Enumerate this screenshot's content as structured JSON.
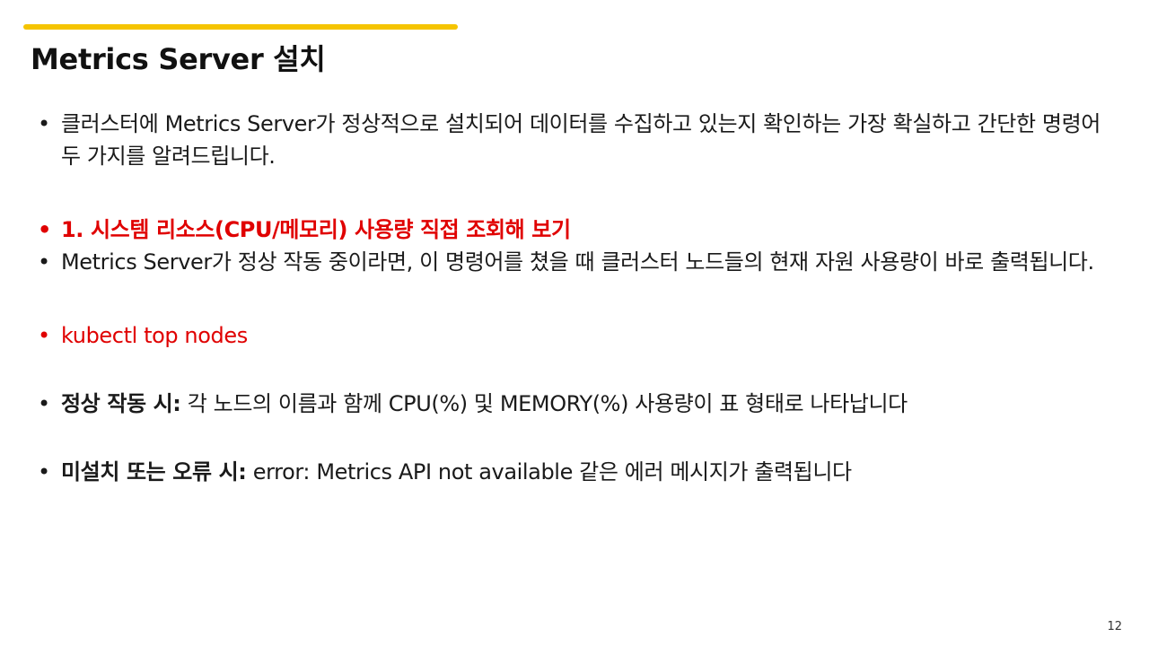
{
  "slide": {
    "accent_color": "#f5c400",
    "title": "Metrics Server 설치",
    "bullets": {
      "intro": "클러스터에 Metrics Server가 정상적으로 설치되어 데이터를 수집하고 있는지 확인하는 가장 확실하고 간단한 명령어 두 가지를 알려드립니다.",
      "section1_heading": "1. 시스템 리소스(CPU/메모리) 사용량 직접 조회해 보기",
      "section1_desc": "Metrics Server가 정상 작동 중이라면, 이 명령어를 쳤을 때 클러스터 노드들의 현재 자원 사용량이 바로 출력됩니다.",
      "command": "kubectl top nodes",
      "normal_label": "정상 작동 시:",
      "normal_text": " 각 노드의 이름과 함께 CPU(%) 및 MEMORY(%) 사용량이 표 형태로 나타납니다",
      "error_label": "미설치 또는 오류 시:",
      "error_text": " error: Metrics API not available 같은 에러 메시지가 출력됩니다"
    },
    "page_number": "12"
  }
}
